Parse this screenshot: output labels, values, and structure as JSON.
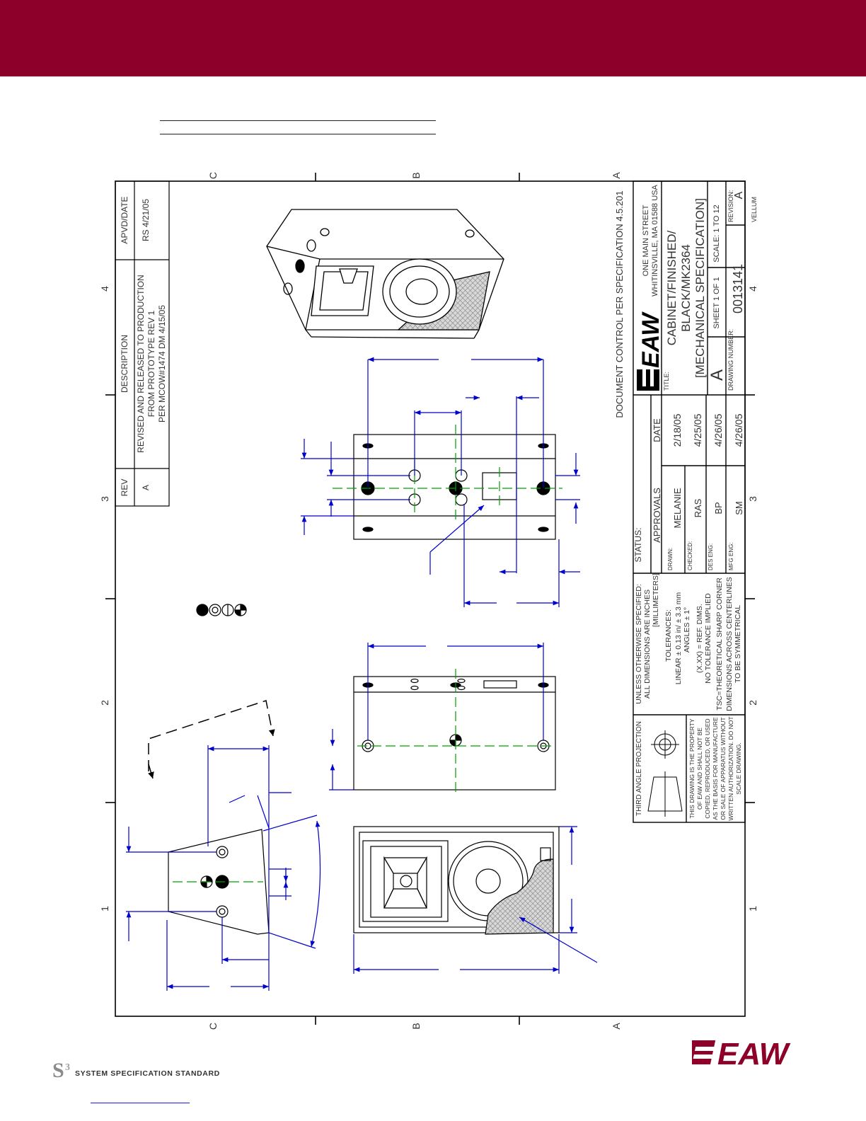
{
  "border": {
    "cols": [
      "4",
      "3",
      "2",
      "1"
    ],
    "rows": [
      "C",
      "B",
      "A"
    ]
  },
  "revision_block": {
    "headers": {
      "rev": "REV",
      "description": "DESCRIPTION",
      "apvd_date": "APVD/DATE"
    },
    "row": {
      "rev": "A",
      "description": [
        "REVISED AND RELEASED TO PRODUCTION",
        "FROM PROTOTYPE REV 1",
        "PER MCOW#1474 DM 4/15/05"
      ],
      "apvd_date": "RS 4/21/05"
    }
  },
  "document_control": "DOCUMENT CONTROL PER SPECIFICATION 4.5.201",
  "title_block": {
    "company_address": [
      "ONE MAIN STREET",
      "WHITINSVILLE, MA   01588   USA"
    ],
    "logo": "EAW",
    "title_label": "TITLE:",
    "title_lines": [
      "CABINET/FINISHED/",
      "BLACK/MK2364",
      "[MECHANICAL SPECIFICATION]"
    ],
    "size": "A",
    "sheet": "SHEET 1 OF 1",
    "scale": "SCALE: 1 TO 12",
    "drawing_number_label": "DRAWING NUMBER:",
    "drawing_number": "0013141",
    "revision_label": "REVISION:",
    "revision": "A",
    "vellum": "VELLUM",
    "status_label": "STATUS:",
    "approvals_header": "APPROVALS",
    "date_header": "DATE",
    "approvals": [
      {
        "role": "DRAWN:",
        "name": "MELANIE",
        "date": "2/18/05"
      },
      {
        "role": "CHECKED:",
        "name": "RAS",
        "date": "4/25/05"
      },
      {
        "role": "DES ENG:",
        "name": "BP",
        "date": "4/26/05"
      },
      {
        "role": "MFG ENG:",
        "name": "SM",
        "date": "4/26/05"
      }
    ],
    "tolerances": [
      "UNLESS OTHERWISE SPECIFIED:",
      "ALL DIMENSIONS ARE INCHES",
      "[MILLIMETERS]",
      "TOLERANCES:",
      "LINEAR ± 0.13 in/ ± 3.3 mm",
      "ANGLES ± 1°",
      "(X.XX) = REF. DIMS.",
      "NO TOLERANCE IMPLIED",
      "TSC=THEORETICAL SHARP CORNER",
      "DIMENSIONS ACROSS CENTERLINES",
      "TO BE SYMMETRICAL"
    ],
    "projection": "THIRD ANGLE PROJECTION",
    "proprietary": [
      "THIS DRAWING IS THE PROPERTY",
      "OF EAW AND SHALL NOT BE",
      "COPIED, REPRODUCED, OR USED",
      "AS THE BASIS FOR MANUFACTURE",
      "OR SALE OF APPARATUS WITHOUT",
      "WRITTEN AUTHORIZATION. DO NOT",
      "SCALE DRAWING."
    ]
  },
  "footer": {
    "standard": "SYSTEM SPECIFICATION STANDARD",
    "brand": "EAW"
  },
  "colors": {
    "banner": "#8c0029",
    "dimension": "#0000cc",
    "centerline": "#00a000"
  }
}
